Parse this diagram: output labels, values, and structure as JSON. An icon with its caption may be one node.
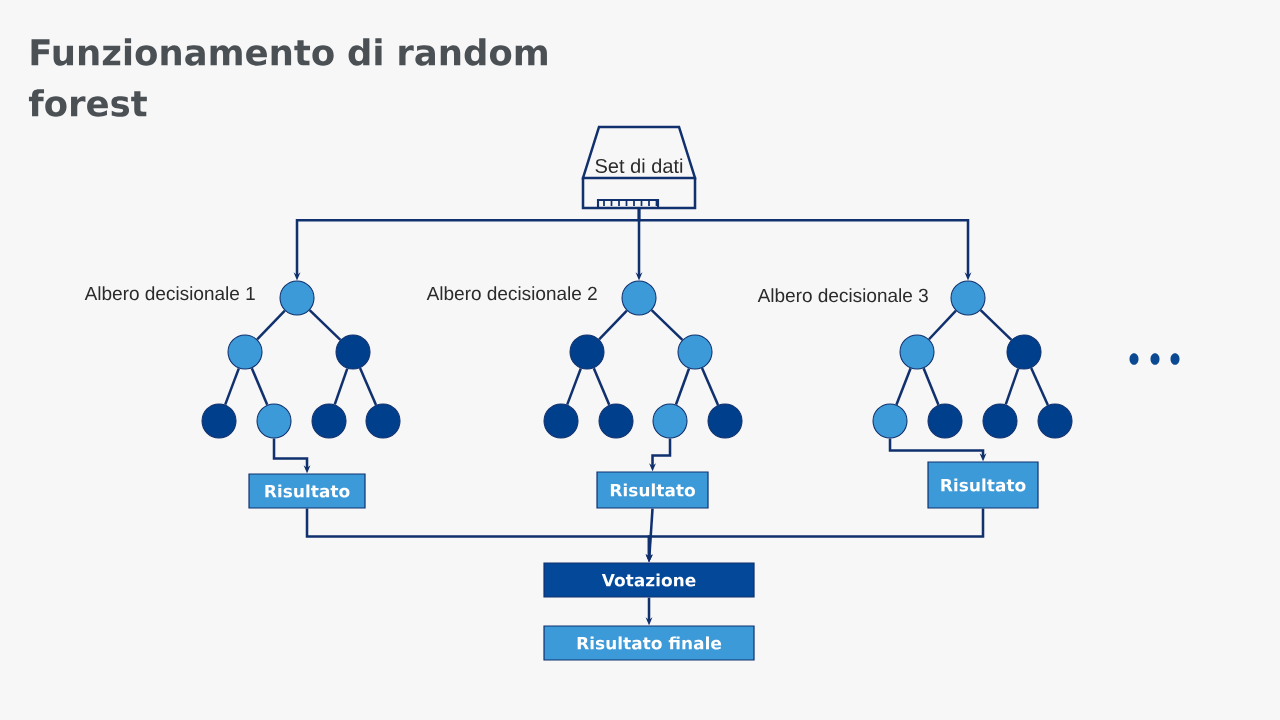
{
  "diagram": {
    "title": "Funzionamento di random forest",
    "nodes": [
      {
        "text": [
          "Set di dati"
        ]
      },
      {
        "text": [],
        "shape": "circle",
        "beside": [
          "Albero decisionale 1"
        ]
      },
      {
        "text": [],
        "shape": "circle"
      },
      {
        "text": [],
        "shape": "circle"
      },
      {
        "text": [],
        "shape": "circle"
      },
      {
        "text": [],
        "shape": "circle"
      },
      {
        "text": [],
        "shape": "circle"
      },
      {
        "text": [],
        "shape": "circle"
      },
      {
        "text": [],
        "shape": "circle",
        "beside": [
          "Albero decisionale 2"
        ]
      },
      {
        "text": [],
        "shape": "circle"
      },
      {
        "text": [],
        "shape": "circle"
      },
      {
        "text": [],
        "shape": "circle"
      },
      {
        "text": [],
        "shape": "circle"
      },
      {
        "text": [],
        "shape": "circle"
      },
      {
        "text": [],
        "shape": "circle"
      },
      {
        "text": [],
        "shape": "circle",
        "beside": [
          "Albero decisionale 3"
        ]
      },
      {
        "text": [],
        "shape": "circle"
      },
      {
        "text": [],
        "shape": "circle"
      },
      {
        "text": [],
        "shape": "circle"
      },
      {
        "text": [],
        "shape": "circle"
      },
      {
        "text": [],
        "shape": "circle"
      },
      {
        "text": [],
        "shape": "circle"
      },
      {
        "text": [
          "Risultato"
        ]
      },
      {
        "text": [
          "Risultato"
        ]
      },
      {
        "text": [
          "Risultato"
        ]
      },
      {
        "text": [
          "Votazione"
        ]
      },
      {
        "text": [
          "Risultato finale"
        ]
      }
    ],
    "edges": [
      {
        "from": 0,
        "to": 1,
        "arrow": "to"
      },
      {
        "from": 0,
        "to": 8,
        "arrow": "to"
      },
      {
        "from": 0,
        "to": 15,
        "arrow": "to"
      },
      {
        "from": 1,
        "to": 2,
        "arrow": "none"
      },
      {
        "from": 1,
        "to": 3,
        "arrow": "none"
      },
      {
        "from": 2,
        "to": 4,
        "arrow": "none"
      },
      {
        "from": 2,
        "to": 5,
        "arrow": "none"
      },
      {
        "from": 3,
        "to": 6,
        "arrow": "none"
      },
      {
        "from": 3,
        "to": 7,
        "arrow": "none"
      },
      {
        "from": 8,
        "to": 9,
        "arrow": "none"
      },
      {
        "from": 8,
        "to": 10,
        "arrow": "none"
      },
      {
        "from": 9,
        "to": 11,
        "arrow": "none"
      },
      {
        "from": 9,
        "to": 12,
        "arrow": "none"
      },
      {
        "from": 10,
        "to": 13,
        "arrow": "none"
      },
      {
        "from": 10,
        "to": 14,
        "arrow": "none"
      },
      {
        "from": 15,
        "to": 16,
        "arrow": "none"
      },
      {
        "from": 15,
        "to": 17,
        "arrow": "none"
      },
      {
        "from": 16,
        "to": 18,
        "arrow": "none"
      },
      {
        "from": 16,
        "to": 19,
        "arrow": "none"
      },
      {
        "from": 17,
        "to": 20,
        "arrow": "none"
      },
      {
        "from": 17,
        "to": 21,
        "arrow": "none"
      },
      {
        "from": 5,
        "to": 22,
        "arrow": "to"
      },
      {
        "from": 13,
        "to": 23,
        "arrow": "to"
      },
      {
        "from": 18,
        "to": 24,
        "arrow": "to"
      },
      {
        "from": 22,
        "to": 25,
        "arrow": "to"
      },
      {
        "from": 23,
        "to": 25,
        "arrow": "to"
      },
      {
        "from": 24,
        "to": 25,
        "arrow": "to"
      },
      {
        "from": 25,
        "to": 26,
        "arrow": "to"
      }
    ]
  }
}
